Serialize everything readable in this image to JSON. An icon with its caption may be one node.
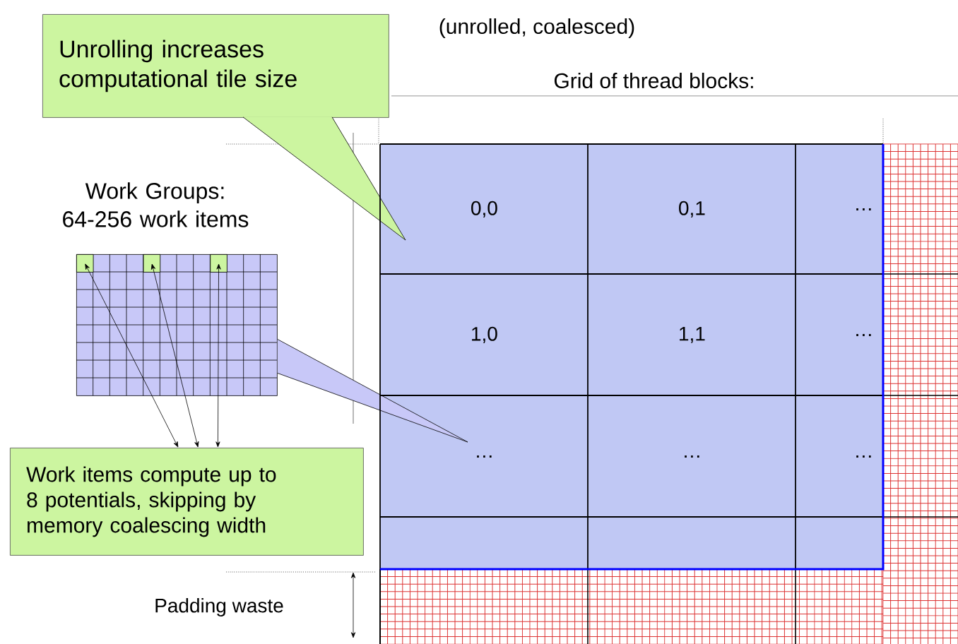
{
  "diagram": {
    "nodes": [
      {
        "text": [
          "Unrolling increases computational tile size"
        ]
      },
      {
        "text": [],
        "shape": "box"
      },
      {
        "text": [],
        "shape": "box",
        "in": 1
      },
      {
        "text": [],
        "shape": "box",
        "in": 1
      },
      {
        "text": [],
        "shape": "box",
        "in": 1
      },
      {
        "text": [
          "Work items compute up to 8 potentials, skipping by memory coalescing width"
        ]
      },
      {
        "text": [
          "0,0"
        ]
      },
      {
        "text": [
          "0,1"
        ]
      },
      {
        "text": [
          "…"
        ]
      },
      {
        "text": [
          "1,0"
        ]
      },
      {
        "text": [
          "1,1"
        ]
      },
      {
        "text": [
          "…"
        ]
      },
      {
        "text": [
          "…"
        ]
      },
      {
        "text": [
          "…"
        ]
      },
      {
        "text": [
          "…"
        ]
      },
      {
        "text": [],
        "shape": "box"
      },
      {
        "text": [],
        "shape": "box"
      },
      {
        "text": [],
        "shape": "box"
      }
    ],
    "edges": [
      {
        "from": 5,
        "to": 2,
        "arrow": "both"
      },
      {
        "from": 5,
        "to": 3,
        "arrow": "both"
      },
      {
        "from": 5,
        "to": 4,
        "arrow": "both"
      }
    ],
    "labels": [
      "(unrolled, coalesced)",
      "Grid of thread blocks:",
      "Work Groups: 64-256 work items",
      "Padding waste"
    ]
  }
}
